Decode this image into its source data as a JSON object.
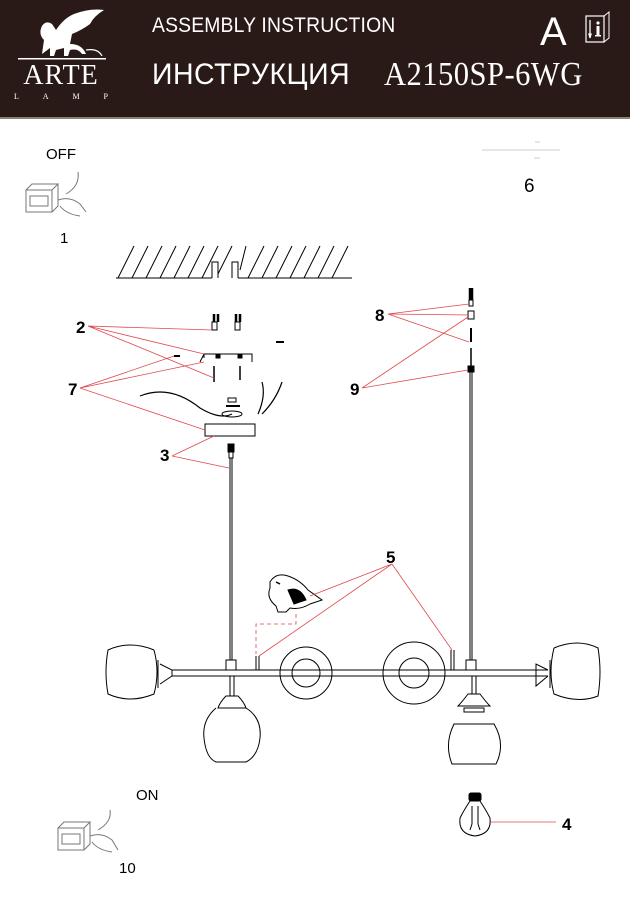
{
  "header": {
    "brand": {
      "name": "ARTE",
      "sub": [
        "L",
        "A",
        "M",
        "P"
      ]
    },
    "title_en": "ASSEMBLY INSTRUCTION",
    "title_ru": "ИНСТРУКЦИЯ",
    "model": "A2150SP-6WG",
    "class_label": "A",
    "manual_icon": "info-manual-icon"
  },
  "steps": {
    "off_label": "OFF",
    "on_label": "ON",
    "step_1": "1",
    "step_6": "6",
    "step_10": "10"
  },
  "callouts": {
    "c2": "2",
    "c3": "3",
    "c4": "4",
    "c5": "5",
    "c7": "7",
    "c8": "8",
    "c9": "9"
  },
  "colors": {
    "header_bg": "#2a1a17",
    "leader": "#e0474c",
    "ink": "#000000"
  }
}
